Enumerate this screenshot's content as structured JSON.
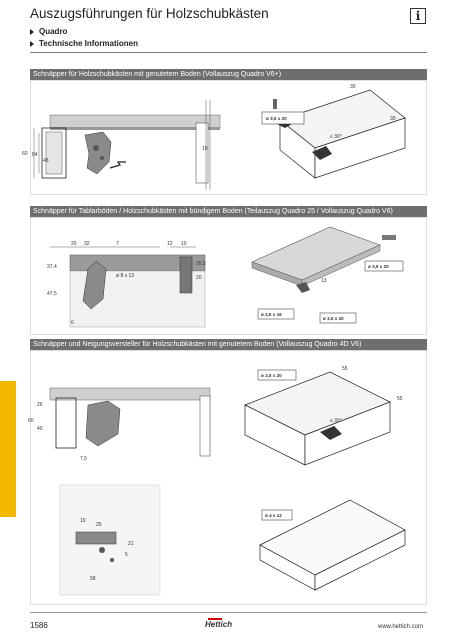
{
  "header": {
    "title": "Auszugsführungen für Holzschubkästen",
    "info_icon_glyph": "i",
    "breadcrumb": [
      "Quadro",
      "Technische Informationen"
    ]
  },
  "sections": [
    {
      "title": "Schnäpper für Holzschubkästen mit genutetem Boden (Vollauszug Quadro V6+)",
      "dims_left": [
        "60",
        "84",
        "48"
      ],
      "dim_profile": "10",
      "screw_label": "ø 3,5 x 20",
      "iso_dims": [
        "30",
        "30",
        "≤ 30°"
      ]
    },
    {
      "title": "Schnäpper für Tablarböden / Holzschubkästen mit bündigem Boden (Teilauszug Quadro 25 / Vollauszug Quadro V6)",
      "dims_top": [
        "20",
        "32",
        "7",
        "12",
        "10"
      ],
      "dims_side": [
        "37,4",
        "47,5",
        "26,5",
        "20",
        "6"
      ],
      "dim_hole": "ø 8 x 13",
      "iso_dims": [
        "13"
      ],
      "screw_labels": [
        "ø 3,5 x 20",
        "ø 3,5 x 16",
        "ø 3,5 x 20"
      ]
    },
    {
      "title": "Schnäpper und Neigungsversteller für Holzschubkästen mit genutetem Boden (Vollauszug Quadro 4D V6)",
      "dims_left": [
        "26",
        "60",
        "40",
        "7,5"
      ],
      "screw_label": "ø 3,5 x 20",
      "iso_dims": [
        "55",
        "55",
        "≤ 30°"
      ],
      "dims_detail": [
        "19",
        "25",
        "21",
        "5",
        "58"
      ],
      "screw_label_2": "ø 4 x 12"
    }
  ],
  "footer": {
    "page_number": "1586",
    "brand": "Hettich",
    "url": "www.hettich.com"
  },
  "colors": {
    "section_header": "#6e6e6e",
    "tab": "#f2b800",
    "brand_red": "#cc0000"
  }
}
